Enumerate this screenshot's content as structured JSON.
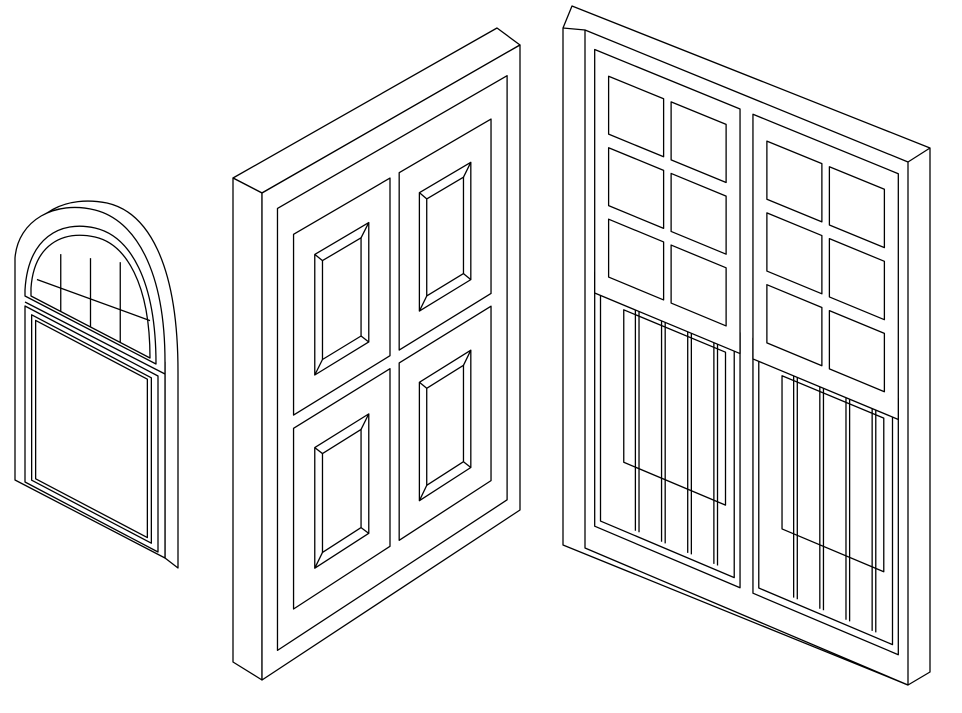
{
  "colors": {
    "stroke": "#000000",
    "background": "#ffffff"
  },
  "drawing": {
    "items": [
      {
        "kind": "arched-window",
        "transom_lights": 8
      },
      {
        "kind": "four-panel-window",
        "panels": 4
      },
      {
        "kind": "double-sash-window-with-bars",
        "panes_per_sash": 6,
        "bars_per_sash": 4
      }
    ]
  }
}
